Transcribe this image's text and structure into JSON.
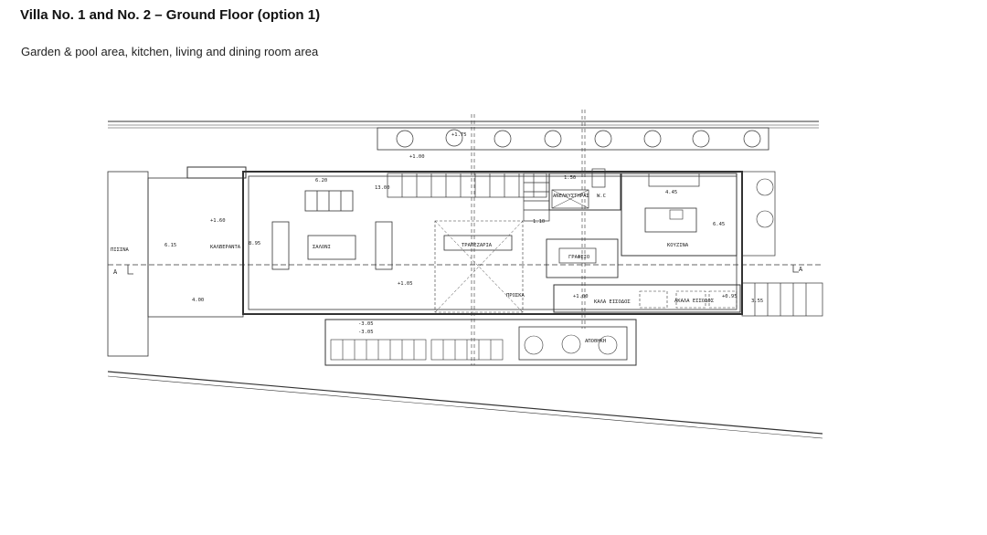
{
  "header": {
    "title": "Villa No. 1 and No. 2 – Ground Floor (option 1)",
    "subtitle": "Garden & pool area, kitchen, living and dining room area"
  },
  "plan": {
    "rooms": {
      "pool": "ΠΙΣΙΝΑ",
      "veranda": "ΚΑΛΒΕΡΑΝΤΑ",
      "living": "ΣΑΛΟΝΙ",
      "dining": "ΤΡΑΠΕΖΑΡΙΑ",
      "kitchen": "ΚΟΥΖΙΝΑ",
      "office": "ΓΡΑΦΕΙΟ",
      "porch": "ΠΡΟΣΚΑ",
      "storage": "ΑΠΟΘΗΚΗ",
      "wc": "W.C",
      "elevator": "ΑΝΕΛΚΥΣΤΗΡΑΣ",
      "entrance": "ΚΑΛΑ ΕΙΣΟΔΟΣ",
      "entrance2": "ΑΚΑΛΑ ΕΙΣΟΔΟΣ"
    },
    "levels": {
      "top": "+1.00",
      "veranda": "+1.60",
      "living": "+1.05",
      "lower1": "-3.05",
      "lower2": "-3.05",
      "entry": "+1.00",
      "stair": "+0.95",
      "upper_garden": "+1.75"
    },
    "dimensions": {
      "d1": "6.20",
      "d2": "13.00",
      "d3": "1.50",
      "d4": "1.10",
      "d5": "4.45",
      "d6": "6.45",
      "d7": "6.15",
      "d8": "8.95",
      "d9": "4.00",
      "d10": "3.55"
    },
    "section_mark": "A"
  }
}
